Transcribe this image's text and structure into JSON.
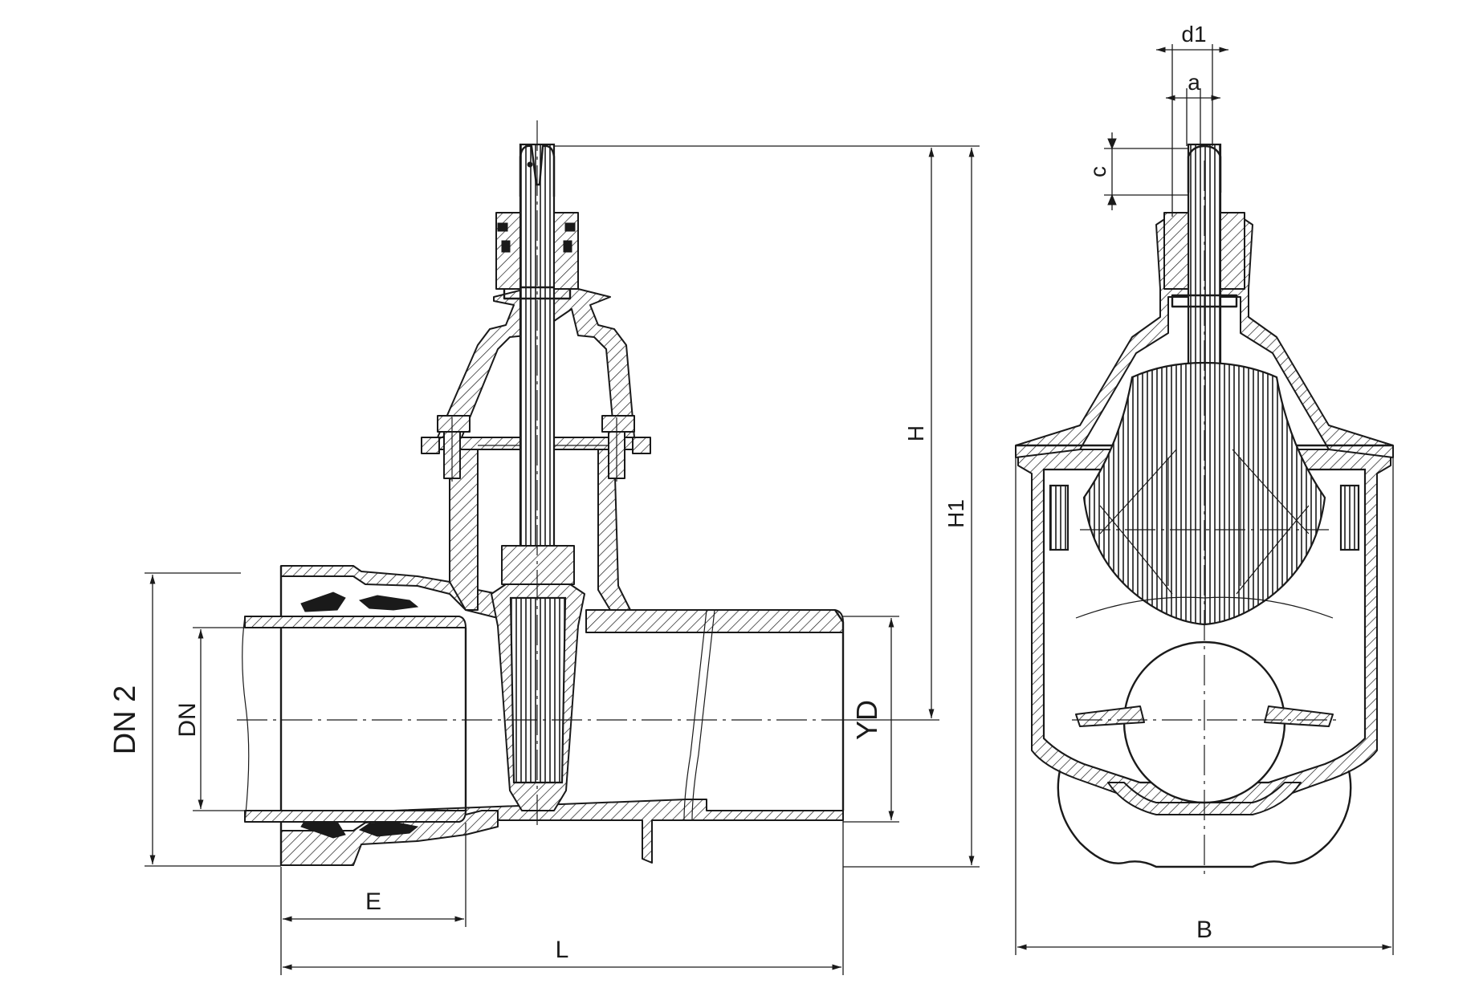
{
  "drawing": {
    "labels": {
      "dn2": "DN 2",
      "dn": "DN",
      "yd": "YD",
      "e": "E",
      "l": "L",
      "h": "H",
      "h1": "H1",
      "b": "B",
      "d1": "d1",
      "a": "a",
      "c": "c"
    },
    "colors": {
      "line": "#1a1a1a",
      "background": "#ffffff"
    }
  }
}
